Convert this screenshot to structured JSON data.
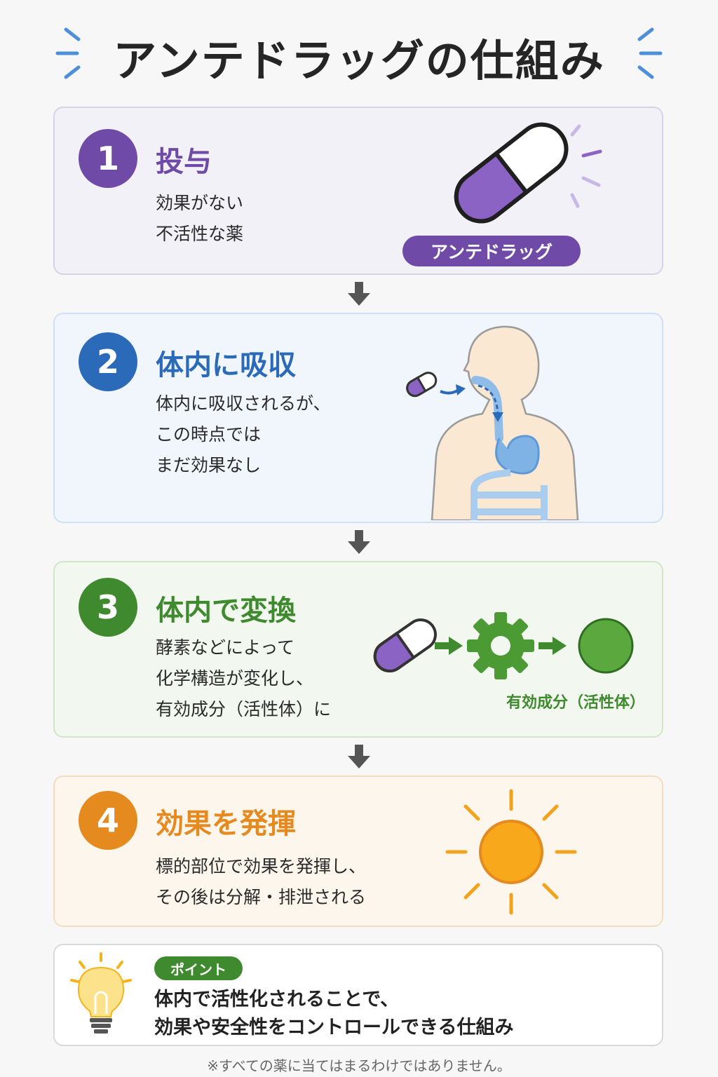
{
  "title": "アンテドラッグの仕組み",
  "steps": [
    {
      "number": "1",
      "title": "投与",
      "desc": [
        "効果がない",
        "不活性な薬"
      ],
      "label": "アンテドラッグ"
    },
    {
      "number": "2",
      "title": "体内に吸収",
      "desc": [
        "体内に吸収されるが、",
        "この時点では",
        "まだ効果なし"
      ]
    },
    {
      "number": "3",
      "title": "体内で変換",
      "desc": [
        "酵素などによって",
        "化学構造が変化し、",
        "有効成分（活性体）に"
      ],
      "label": "有効成分（活性体）"
    },
    {
      "number": "4",
      "title": "効果を発揮",
      "desc": [
        "標的部位で効果を発揮し、",
        "その後は分解・排泄される"
      ]
    }
  ],
  "point": {
    "badge": "ポイント",
    "lines": [
      "体内で活性化されることで、",
      "効果や安全性をコントロールできる仕組み"
    ]
  },
  "footnote": "※すべての薬に当てはまるわけではありません。",
  "colors": {
    "step1": "#6f4aa6",
    "step2": "#2a6ab8",
    "step3": "#3f8a2e",
    "step4": "#e58a1f",
    "arrow": "#555555"
  }
}
